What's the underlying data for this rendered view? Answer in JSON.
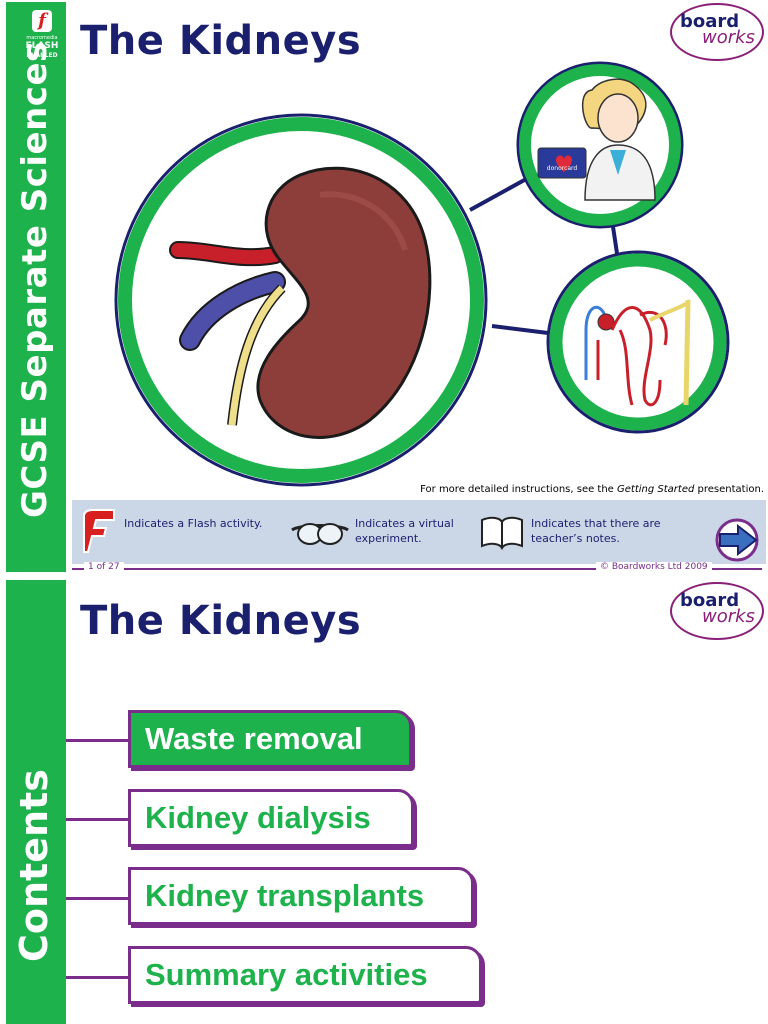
{
  "slide1": {
    "sidebar_title": "GCSE Separate Sciences",
    "flash_badge": {
      "line1": "macromedia",
      "line2": "FLASH",
      "line3": "ENABLED"
    },
    "title": "The Kidneys",
    "logo": {
      "part1": "board",
      "part2": "works"
    },
    "instructions": {
      "prefix": "For more detailed instructions, see the ",
      "emph": "Getting Started",
      "suffix": " presentation."
    },
    "legend": [
      {
        "icon": "flash-icon",
        "text": "Indicates a Flash activity."
      },
      {
        "icon": "goggles-icon",
        "text": "Indicates a virtual experiment."
      },
      {
        "icon": "book-icon",
        "text": "Indicates that there are teacher’s notes."
      }
    ],
    "donor_card_text": "donorcard",
    "page_number": "1 of 27",
    "copyright": "© Boardworks Ltd 2009",
    "colors": {
      "sidebar_green": "#1db24b",
      "title_navy": "#1a1f6e",
      "accent_purple": "#7a2d8a",
      "info_bar": "#cbd7e6"
    }
  },
  "slide2": {
    "sidebar_title": "Contents",
    "title": "The Kidneys",
    "logo": {
      "part1": "board",
      "part2": "works"
    },
    "contents": [
      {
        "label": "Waste removal",
        "active": true
      },
      {
        "label": "Kidney dialysis",
        "active": false
      },
      {
        "label": "Kidney transplants",
        "active": false
      },
      {
        "label": "Summary activities",
        "active": false
      }
    ]
  }
}
